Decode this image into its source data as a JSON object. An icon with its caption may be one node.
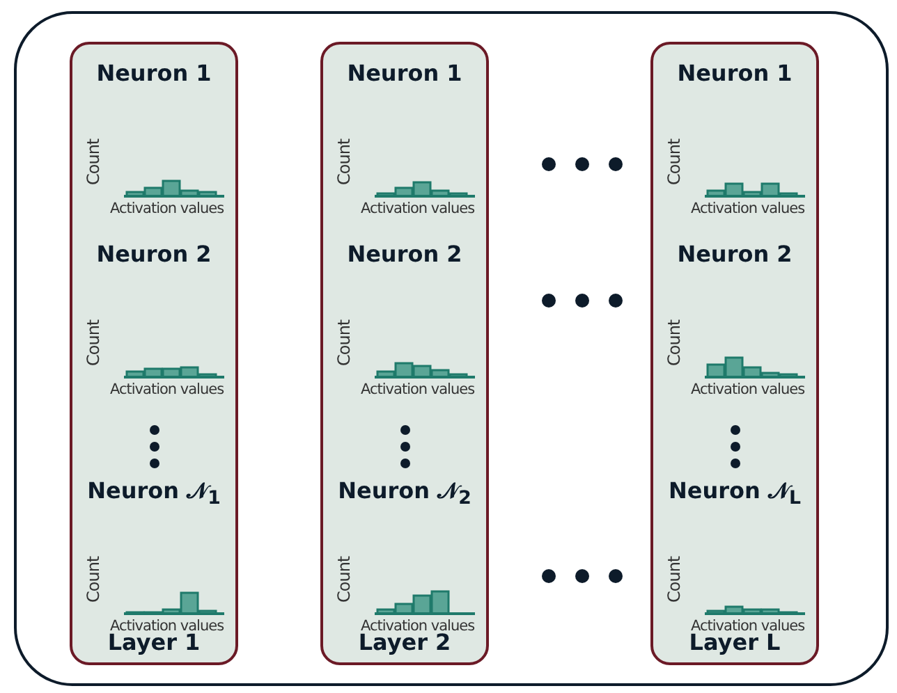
{
  "diagram": {
    "nodes": [
      {
        "text": [],
        "shape": "box"
      },
      {
        "text": [
          "Layer 1"
        ],
        "in": 0
      },
      {
        "text": [
          "Neuron 1",
          "Count",
          "Activation values"
        ],
        "in": 1
      },
      {
        "text": [
          "Neuron 2",
          "Count",
          "Activation values"
        ],
        "in": 1
      },
      {
        "text": [
          "Neuron 𝒩$_{1}$",
          "Count",
          "Activation values"
        ],
        "in": 1
      },
      {
        "text": [
          "Layer 2"
        ],
        "in": 0
      },
      {
        "text": [
          "Neuron 1",
          "Count",
          "Activation values"
        ],
        "in": 5
      },
      {
        "text": [
          "Neuron 2",
          "Count",
          "Activation values"
        ],
        "in": 5
      },
      {
        "text": [
          "Neuron 𝒩$_{2}$",
          "Count",
          "Activation values"
        ],
        "in": 5
      },
      {
        "text": [
          "Layer L"
        ],
        "in": 0
      },
      {
        "text": [
          "Neuron 1",
          "Count",
          "Activation values"
        ],
        "in": 9
      },
      {
        "text": [
          "Neuron 2",
          "Count",
          "Activation values"
        ],
        "in": 9
      },
      {
        "text": [
          "Neuron 𝒩$_{L}$",
          "Count",
          "Activation values"
        ],
        "in": 9
      }
    ],
    "edges": []
  }
}
